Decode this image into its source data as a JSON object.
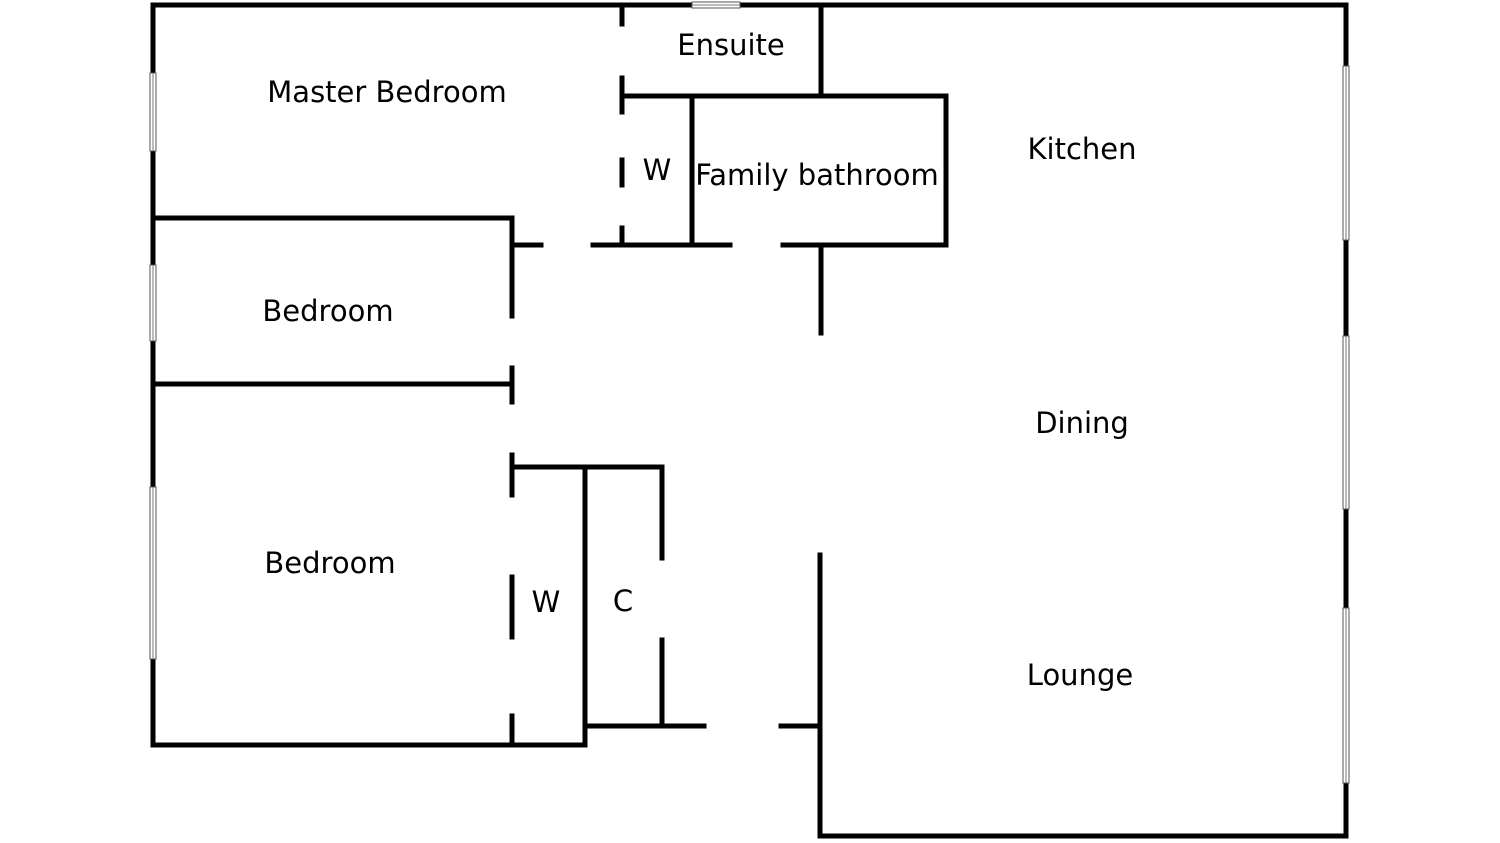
{
  "floor_plan": {
    "rooms": {
      "master_bedroom": "Master Bedroom",
      "ensuite": "Ensuite",
      "wardrobe_master": "W",
      "family_bathroom": "Family bathroom",
      "kitchen": "Kitchen",
      "bedroom_middle": "Bedroom",
      "dining": "Dining",
      "bedroom_lower": "Bedroom",
      "wardrobe_lower": "W",
      "cupboard": "C",
      "lounge": "Lounge"
    },
    "colors": {
      "wall": "#000000",
      "background": "#ffffff"
    }
  }
}
